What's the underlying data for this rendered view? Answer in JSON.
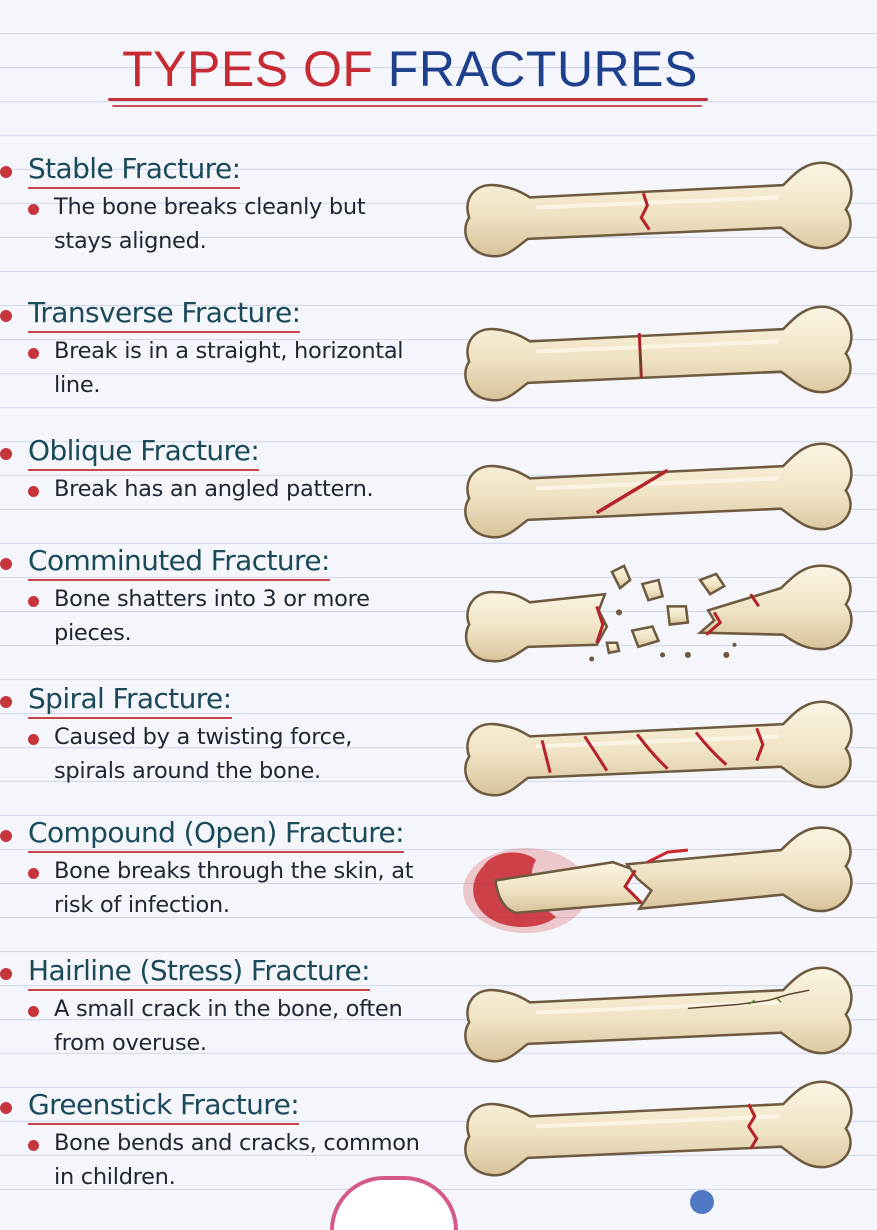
{
  "title": {
    "word1": "TYPES OF",
    "word2": "FRACTURES"
  },
  "fractures": [
    {
      "heading": "Stable Fracture:",
      "desc": "The bone breaks cleanly but stays aligned."
    },
    {
      "heading": "Transverse Fracture:",
      "desc": "Break is in a straight, horizontal line."
    },
    {
      "heading": "Oblique Fracture:",
      "desc": "Break has an angled pattern."
    },
    {
      "heading": "Comminuted Fracture:",
      "desc": "Bone shatters into 3 or more pieces."
    },
    {
      "heading": "Spiral Fracture:",
      "desc": "Caused by a twisting force, spirals around the bone."
    },
    {
      "heading": "Compound (Open) Fracture:",
      "desc": "Bone breaks through the skin, at risk of infection."
    },
    {
      "heading": "Hairline (Stress) Fracture:",
      "desc": "A small crack in the bone, often from overuse."
    },
    {
      "heading": "Greenstick Fracture:",
      "desc": "Bone bends and cracks, common in children."
    }
  ],
  "colors": {
    "heading": "#1b4a5a",
    "accent_red": "#c62a33",
    "title_blue": "#1e3f8c",
    "bone": "#efe3c4",
    "bone_outline": "#6d5a3f",
    "crack": "#b5232b"
  }
}
